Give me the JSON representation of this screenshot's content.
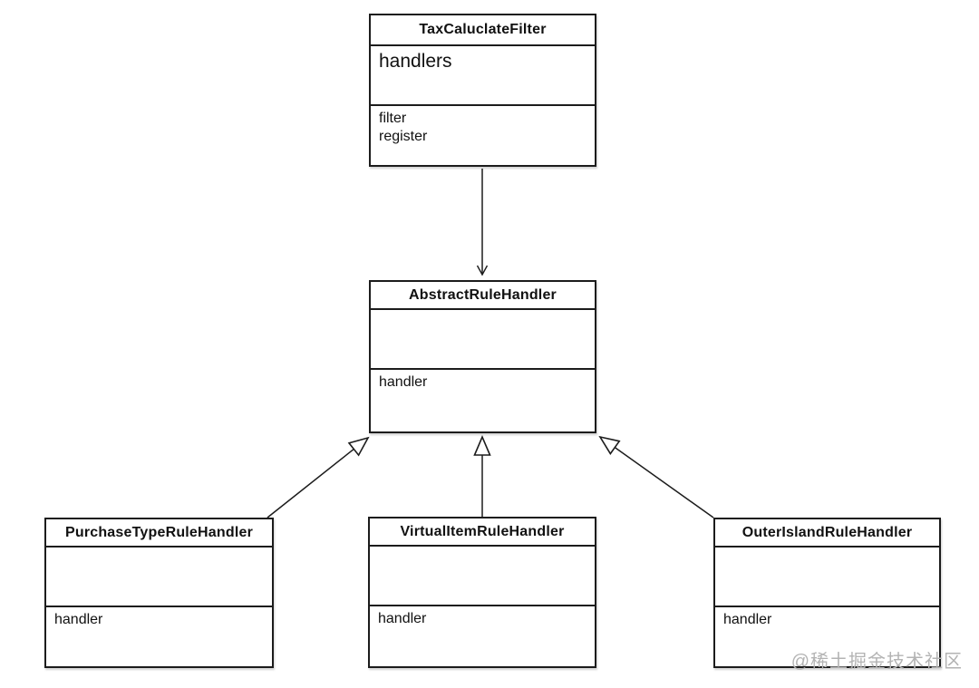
{
  "diagram": {
    "classes": [
      {
        "name": "TaxCaluclateFilter",
        "attributes": [
          "handlers"
        ],
        "methods": [
          "filter",
          "register"
        ]
      },
      {
        "name": "AbstractRuleHandler",
        "attributes": [],
        "methods": [
          "handler"
        ]
      },
      {
        "name": "PurchaseTypeRuleHandler",
        "attributes": [],
        "methods": [
          "handler"
        ]
      },
      {
        "name": "VirtualItemRuleHandler",
        "attributes": [],
        "methods": [
          "handler"
        ]
      },
      {
        "name": "OuterIslandRuleHandler",
        "attributes": [],
        "methods": [
          "handler"
        ]
      }
    ],
    "relations": [
      {
        "from": "TaxCaluclateFilter",
        "to": "AbstractRuleHandler",
        "type": "directed-association"
      },
      {
        "from": "PurchaseTypeRuleHandler",
        "to": "AbstractRuleHandler",
        "type": "generalization"
      },
      {
        "from": "VirtualItemRuleHandler",
        "to": "AbstractRuleHandler",
        "type": "generalization"
      },
      {
        "from": "OuterIslandRuleHandler",
        "to": "AbstractRuleHandler",
        "type": "generalization"
      }
    ]
  },
  "watermark": "@稀土掘金技术社区",
  "colors": {
    "background": "#ffffff",
    "line": "#1c1c1c",
    "watermark": "#b3b3b3"
  }
}
